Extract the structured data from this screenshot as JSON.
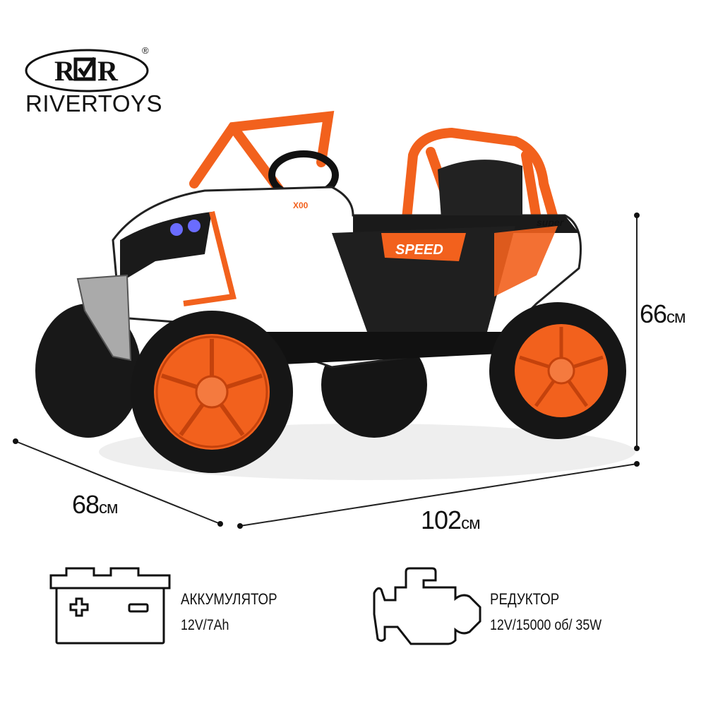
{
  "brand": {
    "logo_mark": "R☑R",
    "registered": "®",
    "name": "RIVERTOYS"
  },
  "product": {
    "decals": {
      "side": "SPEED",
      "rear": "super",
      "hood": "X00"
    },
    "colors": {
      "accent": "#f2611d",
      "body": "#ffffff",
      "frame": "#1a1a1a"
    }
  },
  "dimensions": {
    "height": {
      "value": "66",
      "unit": "см"
    },
    "width": {
      "value": "68",
      "unit": "см"
    },
    "length": {
      "value": "102",
      "unit": "см"
    }
  },
  "specs": [
    {
      "icon": "battery-icon",
      "title": "АККУМУЛЯТОР",
      "value": "12V/7Ah"
    },
    {
      "icon": "engine-icon",
      "title": "РЕДУКТОР",
      "value": "12V/15000 об/ 35W"
    }
  ]
}
